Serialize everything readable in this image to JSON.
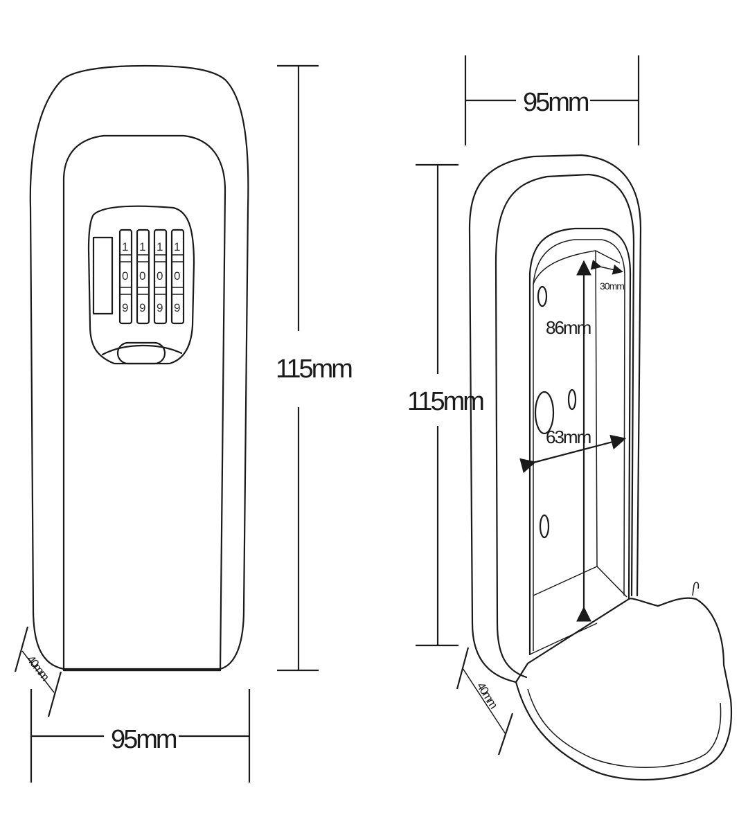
{
  "front_view": {
    "height_label": "115mm",
    "width_label": "95mm",
    "depth_label": "40mm",
    "dials": [
      {
        "top": "1",
        "middle": "0",
        "bottom": "9"
      },
      {
        "top": "1",
        "middle": "0",
        "bottom": "9"
      },
      {
        "top": "1",
        "middle": "0",
        "bottom": "9"
      },
      {
        "top": "1",
        "middle": "0",
        "bottom": "9"
      }
    ]
  },
  "open_view": {
    "height_label": "115mm",
    "width_label": "95mm",
    "depth_label": "40mm",
    "inner_height_label": "86mm",
    "inner_width_label": "63mm",
    "inner_depth_label": "30mm"
  }
}
